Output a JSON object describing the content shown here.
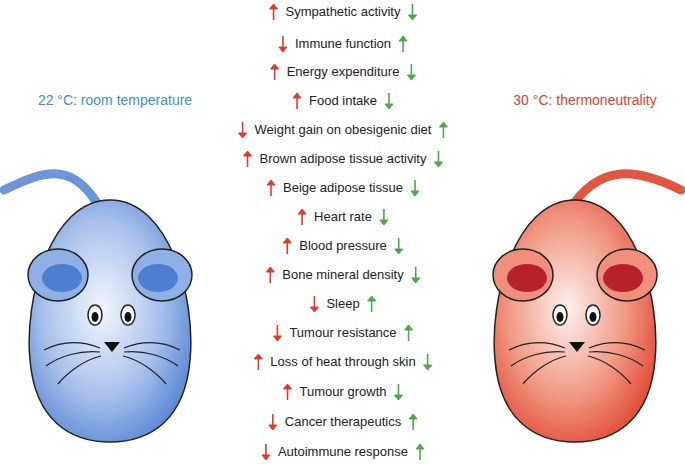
{
  "diagram": {
    "labels": [
      "22 °C: room temperature",
      "30 °C: thermoneutrality",
      "Sympathetic activity",
      "Immune function",
      "Energy expenditure",
      "Food intake",
      "Weight gain on obesigenic diet",
      "Brown adipose tissue activity",
      "Beige adipose tissue",
      "Heart rate",
      "Blood pressure",
      "Bone mineral density",
      "Sleep",
      "Tumour resistance",
      "Loss of heat through skin",
      "Tumour growth",
      "Cancer therapeutics",
      "Autoimmune response"
    ]
  }
}
